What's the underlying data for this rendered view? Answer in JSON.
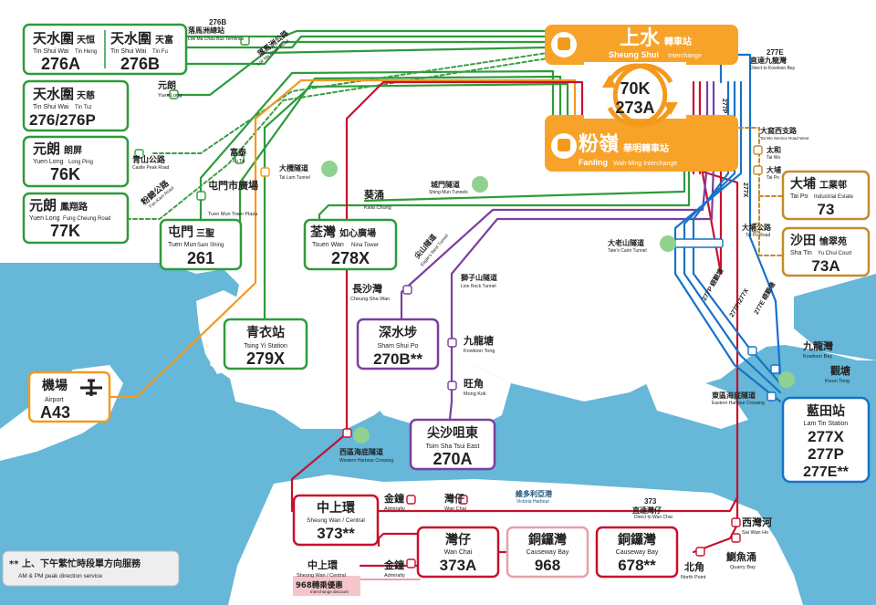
{
  "colors": {
    "sea": "#66b7d8",
    "land": "#ffffff",
    "green": "#2e9b3a",
    "orange": "#f39a1d",
    "red": "#c8102e",
    "purple": "#7b3fa0",
    "blue": "#1673c8",
    "pink": "#e8a0a8",
    "brown": "#c7892b",
    "dashed_green": "#3aa043",
    "hub_fill": "#f7a329"
  },
  "hub_top": {
    "zh": "上水",
    "zh_small": "轉車站",
    "en": "Sheung Shui",
    "en_small": "Interchange"
  },
  "hub_bottom": {
    "zh": "粉嶺",
    "zh_small": "華明轉車站",
    "en": "Fanling",
    "en_small": "Wah Ming Interchange"
  },
  "hub_routes": {
    "r1": "70K",
    "r2": "273A"
  },
  "boxes": {
    "tsw_heng": {
      "zh": "天水圍",
      "zh_small": "天恒",
      "en": "Tin Shui Wai",
      "en_small": "Tin Heng",
      "route": "276A"
    },
    "tsw_fu": {
      "zh": "天水圍",
      "zh_small": "天富",
      "en": "Tin Shui Wai",
      "en_small": "Tin Fu",
      "route": "276B"
    },
    "tsw_tsz": {
      "zh": "天水圍",
      "zh_small": "天慈",
      "en": "Tin Shui Wai",
      "en_small": "Tin Tsz",
      "route": "276/276P"
    },
    "yl_long_ping": {
      "zh": "元朗",
      "zh_small": "朗屏",
      "en": "Yuen Long",
      "en_small": "Long Ping",
      "route": "76K"
    },
    "yl_fung_cheung": {
      "zh": "元朗",
      "zh_small": "鳳翔路",
      "en": "Yuen Long",
      "en_small": "Fung Cheung Road",
      "route": "77K"
    },
    "tuen_mun": {
      "zh": "屯門",
      "zh_small": "三聖",
      "en": "Tuen Mun",
      "en_small": "Sam Shing",
      "route": "261"
    },
    "tsuen_wan": {
      "zh": "荃灣",
      "zh_small": "如心廣場",
      "en": "Tsuen Wan",
      "en_small": "Nina Tower",
      "route": "278X"
    },
    "tsing_yi": {
      "zh": "青衣站",
      "en": "Tsing Yi Station",
      "route": "279X"
    },
    "airport": {
      "zh": "機場",
      "en": "Airport",
      "route": "A43"
    },
    "sham_shui_po": {
      "zh": "深水埗",
      "en": "Sham Shui Po",
      "route": "270B**"
    },
    "tsim_sha_tsui": {
      "zh": "尖沙咀東",
      "en": "Tsim Sha Tsui East",
      "route": "270A"
    },
    "tai_po": {
      "zh": "大埔",
      "zh_small": "工業邨",
      "en": "Tai Po",
      "en_small": "Industrial Estate",
      "route": "73"
    },
    "sha_tin": {
      "zh": "沙田",
      "zh_small": "愉翠苑",
      "en": "Sha Tin",
      "en_small": "Yu Chui Court",
      "route": "73A"
    },
    "lam_tin": {
      "zh": "藍田站",
      "en": "Lam Tin Station",
      "routes": [
        "277X",
        "277P",
        "277E**"
      ]
    },
    "central1": {
      "zh": "中上環",
      "en": "Sheung Wan / Central",
      "route": "373**"
    },
    "wan_chai": {
      "zh": "灣仔",
      "en": "Wan Chai",
      "route": "373A"
    },
    "cwb_968": {
      "zh": "銅鑼灣",
      "en": "Causeway Bay",
      "route": "968"
    },
    "cwb_678": {
      "zh": "銅鑼灣",
      "en": "Causeway Bay",
      "route": "678**"
    }
  },
  "labels": {
    "lmc_zh": "落馬洲總站",
    "lmc_en": "Lok Ma Chau Bus Terminus",
    "lmc_route": "276B",
    "lmc_road_zh": "落馬洲公路",
    "lmc_road_en": "Lok Ma Chau Road",
    "yuen_long_zh": "元朗",
    "yuen_long_en": "Yuen Long",
    "castle_peak_zh": "青山公路",
    "castle_peak_en": "Castle Peak Road",
    "fan_kam_zh": "粉錦公路",
    "fan_kam_en": "Fan Kam Road",
    "fu_tai_zh": "富泰",
    "fu_tai_en": "Fu Tai",
    "tm_town_zh": "屯門市廣場",
    "tm_town_en": "Tuen Mun Town Plaza",
    "tai_lam_zh": "大欖隧道",
    "tai_lam_en": "Tai Lam Tunnel",
    "kwai_chung_zh": "葵涌",
    "kwai_chung_en": "Kwai Chung",
    "shing_mun_zh": "城門隧道",
    "shing_mun_en": "Shing Mun Tunnels",
    "eagle_zh": "尖山隧道",
    "eagle_en": "Eagle's Nest Tunnel",
    "lion_zh": "獅子山隧道",
    "lion_en": "Lion Rock Tunnel",
    "csw_zh": "長沙灣",
    "csw_en": "Cheung Sha Wan",
    "kt_zh": "九龍塘",
    "kt_en": "Kowloon Tong",
    "mk_zh": "旺角",
    "mk_en": "Mong Kok",
    "tates_zh": "大老山隧道",
    "tates_en": "Tate's Cairn Tunnel",
    "whc_zh": "西區海底隧道",
    "whc_en": "Western Harbour Crossing",
    "ehc_zh": "東區海底隧道",
    "ehc_en": "Eastern Harbour Crossing",
    "kb_zh": "九龍灣",
    "kb_en": "Kowloon Bay",
    "kwt_zh": "觀塘",
    "kwt_en": "Kwun Tong",
    "twsw_zh": "大窩西支路",
    "twsw_en": "Tai Wo Service Road West",
    "taiwo_zh": "太和",
    "taiwo_en": "Tai Wo",
    "taipo_zh": "大埔",
    "taipo_en": "Tai Po",
    "tprd_zh": "大埔公路",
    "tprd_en": "Tai Po Road",
    "r277e_top": "277E",
    "kb_direct_zh": "直達九龍灣",
    "kb_direct_en": "Direct to Kowloon Bay",
    "r277p": "277P",
    "r277x": "277X",
    "diag_277p_zh": "277P 經觀塘",
    "diag_277e_zh": "277E 經觀塘",
    "diag_277x": "277P/277X",
    "victoria_zh": "維多利亞港",
    "victoria_en": "Victoria Harbour",
    "adm_zh": "金鐘",
    "adm_en": "Admiralty",
    "wc_zh": "灣仔",
    "wc_en": "Wan Chai",
    "r373": "373",
    "wc_direct_zh": "直達灣仔",
    "wc_direct_en": "Direct to Wan Chai",
    "swh_zh": "西灣河",
    "swh_en": "Sai Wan Ho",
    "qb_zh": "鰂魚涌",
    "qb_en": "Quarry Bay",
    "np_zh": "北角",
    "np_en": "North Point",
    "adm2_zh": "金鐘",
    "adm2_en": "Admiralty",
    "c2_zh": "中上環",
    "c2_en": "Sheung Wan / Central",
    "discount_zh": "968轉乘優惠",
    "discount_en": "Interchange discount",
    "footnote_zh": "** 上、下午繁忙時段單方向服務",
    "footnote_en": "AM & PM peak direction service"
  }
}
